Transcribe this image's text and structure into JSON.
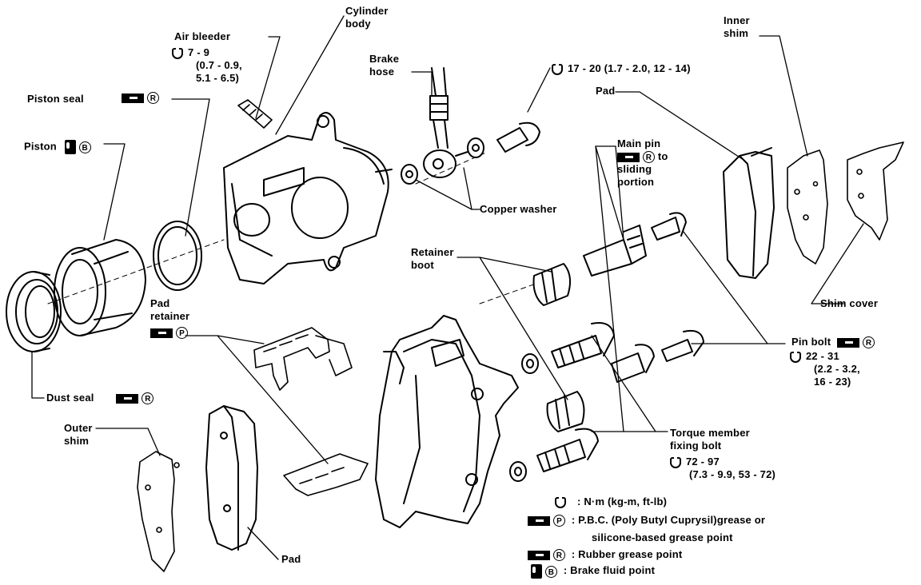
{
  "labels": {
    "cylinder_body": [
      "Cylinder",
      "body"
    ],
    "air_bleeder": "Air bleeder",
    "air_bleeder_torque": [
      "7 - 9",
      "(0.7 - 0.9,",
      "5.1 - 6.5)"
    ],
    "piston_seal": "Piston seal",
    "piston": "Piston",
    "brake_hose": [
      "Brake",
      "hose"
    ],
    "hose_torque": "17 - 20 (1.7 - 2.0, 12 - 14)",
    "inner_shim": [
      "Inner",
      "shim"
    ],
    "pad_top": "Pad",
    "main_pin": [
      "Main pin",
      "to",
      "sliding",
      "portion"
    ],
    "copper_washer": "Copper washer",
    "retainer_boot": [
      "Retainer",
      "boot"
    ],
    "pad_retainer": [
      "Pad",
      "retainer"
    ],
    "shim_cover": "Shim cover",
    "pin_bolt": "Pin bolt",
    "pin_bolt_torque": [
      "22 - 31",
      "(2.2 - 3.2,",
      "16 - 23)"
    ],
    "dust_seal": "Dust seal",
    "outer_shim": [
      "Outer",
      "shim"
    ],
    "torque_member": [
      "Torque member",
      "fixing bolt"
    ],
    "torque_member_torque": [
      "72 - 97",
      "(7.3 - 9.9, 53 - 72)"
    ],
    "pad_bottom": "Pad"
  },
  "legend": {
    "torque": ": N·m (kg-m, ft-lb)",
    "pbc_line1": ": P.B.C. (Poly Butyl Cuprysil)grease or",
    "pbc_line2": "silicone-based grease point",
    "rubber": ": Rubber grease point",
    "fluid": ": Brake fluid point"
  },
  "symbols": {
    "R": "R",
    "P": "P",
    "B": "B"
  }
}
